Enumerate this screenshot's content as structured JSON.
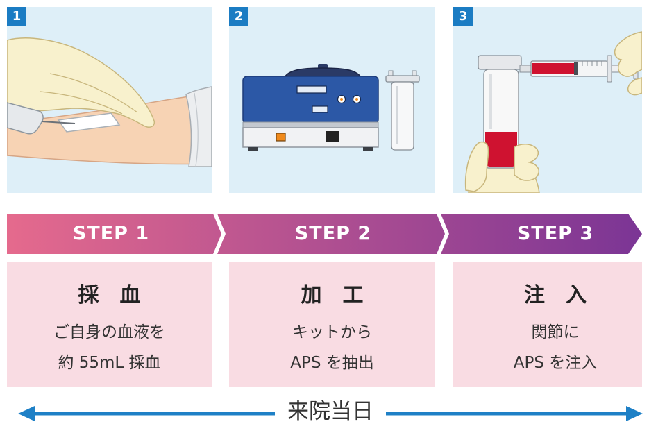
{
  "steps": [
    {
      "badge": "1",
      "step_label": "STEP 1",
      "title": "採　血",
      "description": [
        "ご自身の血液を",
        "約 55mL 採血"
      ],
      "icon": "blood-draw-icon"
    },
    {
      "badge": "2",
      "step_label": "STEP 2",
      "title": "加　工",
      "description": [
        "キットから",
        "APS を抽出"
      ],
      "icon": "centrifuge-icon"
    },
    {
      "badge": "3",
      "step_label": "STEP 3",
      "title": "注　入",
      "description": [
        "関節に",
        "APS を注入"
      ],
      "icon": "injection-icon"
    }
  ],
  "timeline": {
    "label": "来院当日"
  },
  "colors": {
    "panel_background": "#deeff8",
    "badge": "#1b7cc3",
    "step_bar_start": "#e56a8d",
    "step_bar_end": "#7b3595",
    "description_box": "#f9dce3",
    "timeline_arrow": "#1e80c6"
  }
}
